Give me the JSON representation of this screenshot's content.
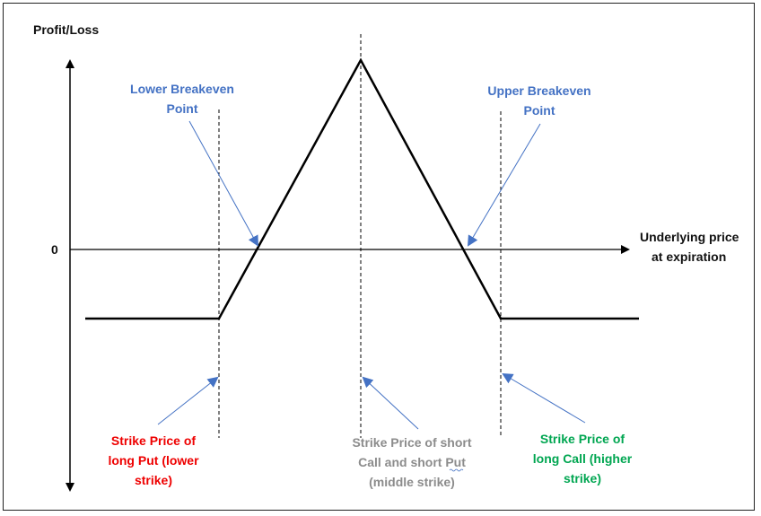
{
  "axes": {
    "y_label": "Profit/Loss",
    "zero_label": "0",
    "x_label_line1": "Underlying price",
    "x_label_line2": "at expiration"
  },
  "annotations": {
    "lower_breakeven": {
      "line1": "Lower Breakeven",
      "line2": "Point"
    },
    "upper_breakeven": {
      "line1": "Upper Breakeven",
      "line2": "Point"
    },
    "long_put": {
      "line1": "Strike Price of",
      "line2": "long Put (lower",
      "line3": "strike)"
    },
    "short_strike": {
      "line1": "Strike Price of short",
      "line2": "Call and short Put",
      "line3": "(middle strike)"
    },
    "long_call": {
      "line1": "Strike Price of",
      "line2": "long Call (higher",
      "line3": "strike)"
    }
  },
  "colors": {
    "breakeven": "#4472c4",
    "long_put": "#ee0000",
    "short_strike": "#8c8c8c",
    "long_call": "#00a651",
    "payoff": "#000000"
  }
}
